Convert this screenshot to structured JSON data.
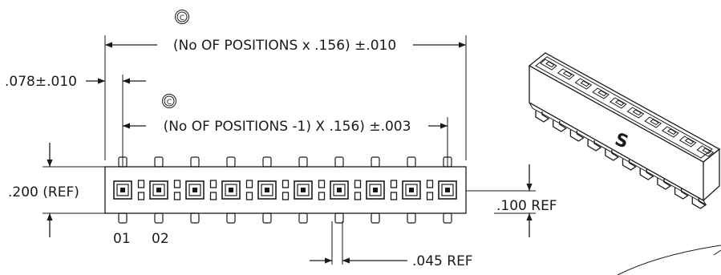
{
  "dimensions": {
    "overall_length": "(No OF POSITIONS x .156) ±.010",
    "pin_span": "(No OF POSITIONS -1) X .156)  ±.003",
    "edge_offset": ".078±.010",
    "body_height": ".200 (REF)",
    "pin_row_offset": ".100 REF",
    "slot_width": ".045 REF"
  },
  "symbols": {
    "critical_dimension_mark": "C"
  },
  "pin_labels": [
    "01",
    "02"
  ],
  "positions": 10,
  "colors": {
    "ink": "#1a1a1a",
    "background": "#ffffff"
  }
}
